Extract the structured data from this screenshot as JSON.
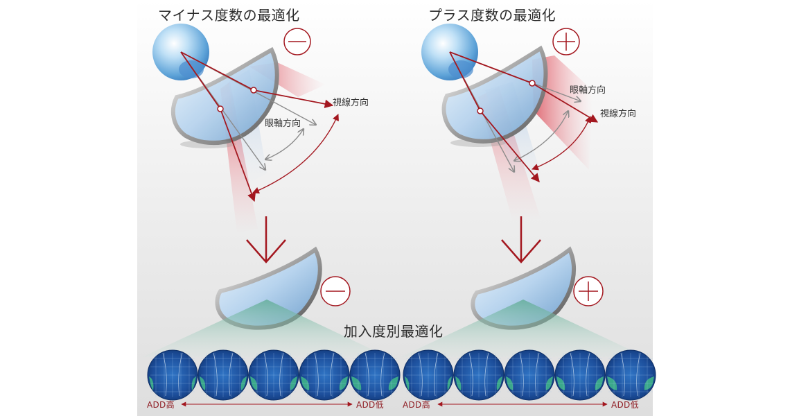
{
  "titles": {
    "minus": "マイナス度数の最適化",
    "plus": "プラス度数の最適化",
    "addition": "加入度別最適化"
  },
  "labels": {
    "line_of_sight": "視線方向",
    "eye_axis": "眼軸方向"
  },
  "add_scale": {
    "high": "ADD高",
    "low": "ADD低"
  },
  "symbols": {
    "minus": "minus-sign-icon",
    "plus": "plus-sign-icon"
  },
  "colors": {
    "accent_red": "#a3171f",
    "axis_gray": "#8c8c8c",
    "lens_blue": "#bcd6ee",
    "map_blue": "#1d4f9c",
    "map_green": "#3fb28a",
    "background_gray": "#e6e6e6"
  },
  "map_count_per_row": 5
}
